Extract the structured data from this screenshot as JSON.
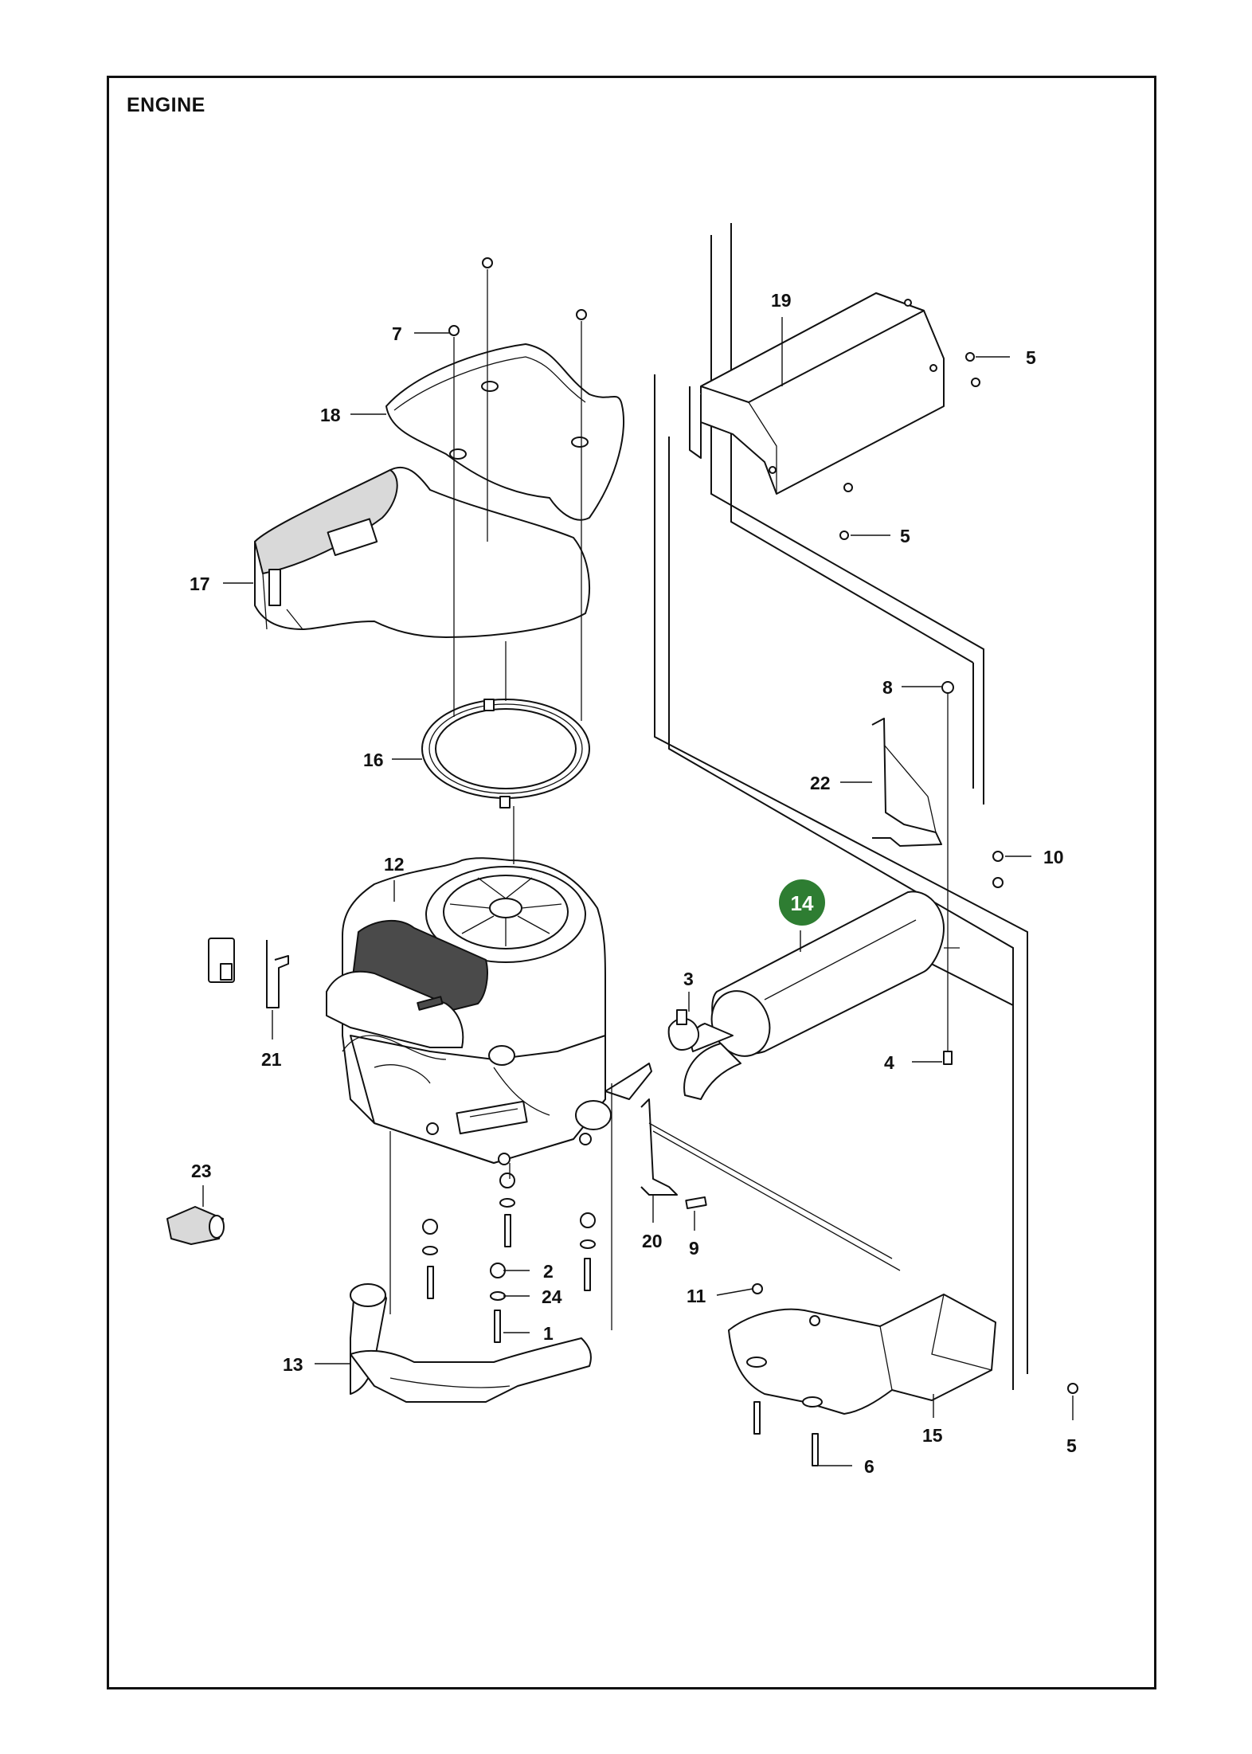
{
  "title": "ENGINE",
  "highlight": {
    "label": "14",
    "color": "#2e7d32"
  },
  "callouts": [
    {
      "id": "c19",
      "label": "19"
    },
    {
      "id": "c5a",
      "label": "5"
    },
    {
      "id": "c7",
      "label": "7"
    },
    {
      "id": "c18",
      "label": "18"
    },
    {
      "id": "c5b",
      "label": "5"
    },
    {
      "id": "c17",
      "label": "17"
    },
    {
      "id": "c8",
      "label": "8"
    },
    {
      "id": "c22",
      "label": "22"
    },
    {
      "id": "c16",
      "label": "16"
    },
    {
      "id": "c10",
      "label": "10"
    },
    {
      "id": "c12",
      "label": "12"
    },
    {
      "id": "c3",
      "label": "3"
    },
    {
      "id": "c21",
      "label": "21"
    },
    {
      "id": "c4",
      "label": "4"
    },
    {
      "id": "c23",
      "label": "23"
    },
    {
      "id": "c2",
      "label": "2"
    },
    {
      "id": "c20",
      "label": "20"
    },
    {
      "id": "c9",
      "label": "9"
    },
    {
      "id": "c11",
      "label": "11"
    },
    {
      "id": "c24",
      "label": "24"
    },
    {
      "id": "c1",
      "label": "1"
    },
    {
      "id": "c13",
      "label": "13"
    },
    {
      "id": "c15",
      "label": "15"
    },
    {
      "id": "c5c",
      "label": "5"
    },
    {
      "id": "c6",
      "label": "6"
    }
  ]
}
